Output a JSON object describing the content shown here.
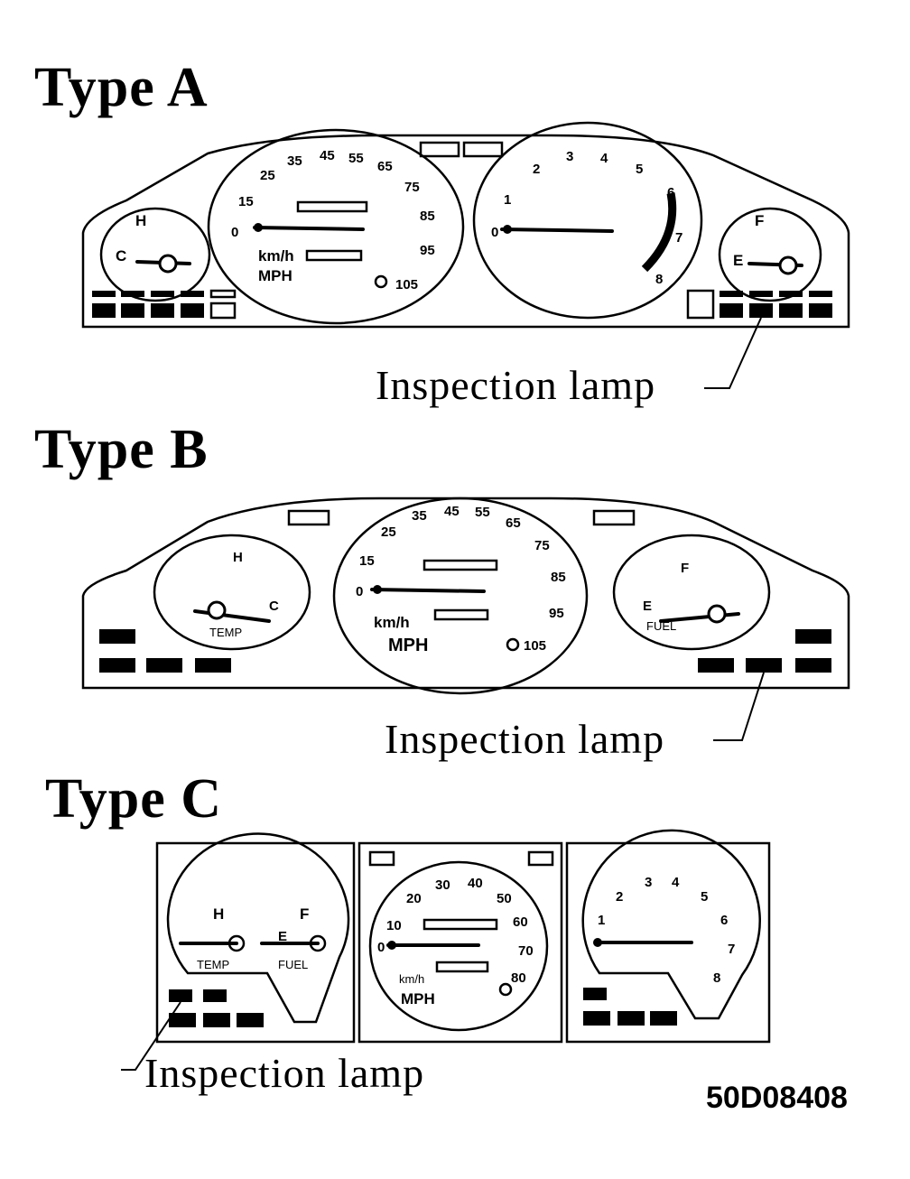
{
  "headings": {
    "a": "Type A",
    "b": "Type B",
    "c": "Type C"
  },
  "callouts": {
    "a": "Inspection lamp",
    "b": "Inspection lamp",
    "c": "Inspection lamp"
  },
  "figure_code": "50D08408",
  "type_a": {
    "speedo_ticks": [
      "0",
      "15",
      "25",
      "35",
      "45",
      "55",
      "65",
      "75",
      "85",
      "95",
      "105"
    ],
    "speedo_unit_kmh": "km/h",
    "speedo_unit_mph": "MPH",
    "tacho_ticks": [
      "0",
      "1",
      "2",
      "3",
      "4",
      "5",
      "6",
      "7",
      "8"
    ],
    "temp_marks": [
      "H",
      "C"
    ],
    "fuel_marks": [
      "F",
      "E"
    ]
  },
  "type_b": {
    "speedo_ticks": [
      "0",
      "15",
      "25",
      "35",
      "45",
      "55",
      "65",
      "75",
      "85",
      "95",
      "105"
    ],
    "speedo_unit_kmh": "km/h",
    "speedo_unit_mph": "MPH",
    "temp_marks": [
      "H",
      "C"
    ],
    "temp_label": "TEMP",
    "fuel_marks": [
      "F",
      "E"
    ],
    "fuel_label": "FUEL"
  },
  "type_c": {
    "speedo_ticks": [
      "0",
      "10",
      "20",
      "30",
      "40",
      "50",
      "60",
      "70",
      "80"
    ],
    "speedo_unit_kmh": "km/h",
    "speedo_unit_mph": "MPH",
    "tacho_ticks": [
      "1",
      "2",
      "3",
      "4",
      "5",
      "6",
      "7",
      "8"
    ],
    "temp_marks": [
      "H"
    ],
    "temp_label": "TEMP",
    "fuel_marks": [
      "F",
      "E"
    ],
    "fuel_label": "FUEL"
  }
}
